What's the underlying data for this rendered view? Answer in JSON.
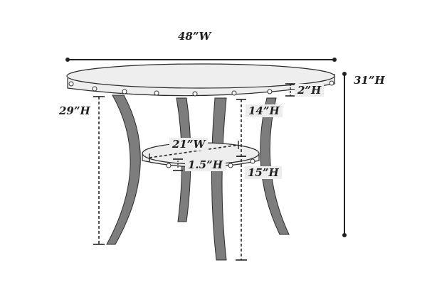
{
  "diagram": {
    "subject": "Round dining table with lower shelf",
    "colors": {
      "outline": "#2b2b2b",
      "top_fill": "#eeeeee",
      "leg_fill": "#7d7d7d",
      "dimension_line": "#222222",
      "label_bg": "#ededed"
    },
    "dimensions": {
      "overall_width": "48”W",
      "overall_height": "31”H",
      "top_thickness": "2”H",
      "seat_height_floor_to_top": "29”H",
      "top_to_shelf": "14”H",
      "shelf_width": "21”W",
      "shelf_thickness": "1.5”H",
      "shelf_to_floor": "15”H"
    }
  }
}
